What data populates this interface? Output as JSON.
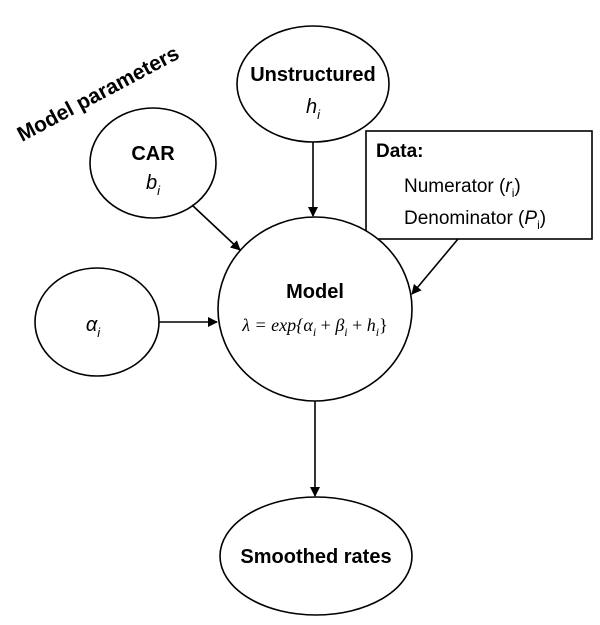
{
  "side_label": "Model parameters",
  "nodes": {
    "unstructured": {
      "title": "Unstructured",
      "symbol": "h",
      "subscript": "i"
    },
    "car": {
      "title": "CAR",
      "symbol": "b",
      "subscript": "i"
    },
    "alpha": {
      "symbol": "α",
      "subscript": "i"
    },
    "model": {
      "title": "Model",
      "formula": {
        "lhs": "λ = exp{",
        "t1": "α",
        "s1": "i",
        "plus1": " + ",
        "t2": "β",
        "s2": "i",
        "plus2": " + ",
        "t3": "h",
        "s3": "i",
        "close": "}"
      }
    },
    "smoothed": {
      "title": "Smoothed rates"
    }
  },
  "data_box": {
    "heading": "Data:",
    "numerator": {
      "label": "Numerator (",
      "var": "r",
      "sub": "i",
      "close": ")"
    },
    "denominator": {
      "label": "Denominator (",
      "var": "P",
      "sub": "i",
      "close": ")"
    }
  }
}
